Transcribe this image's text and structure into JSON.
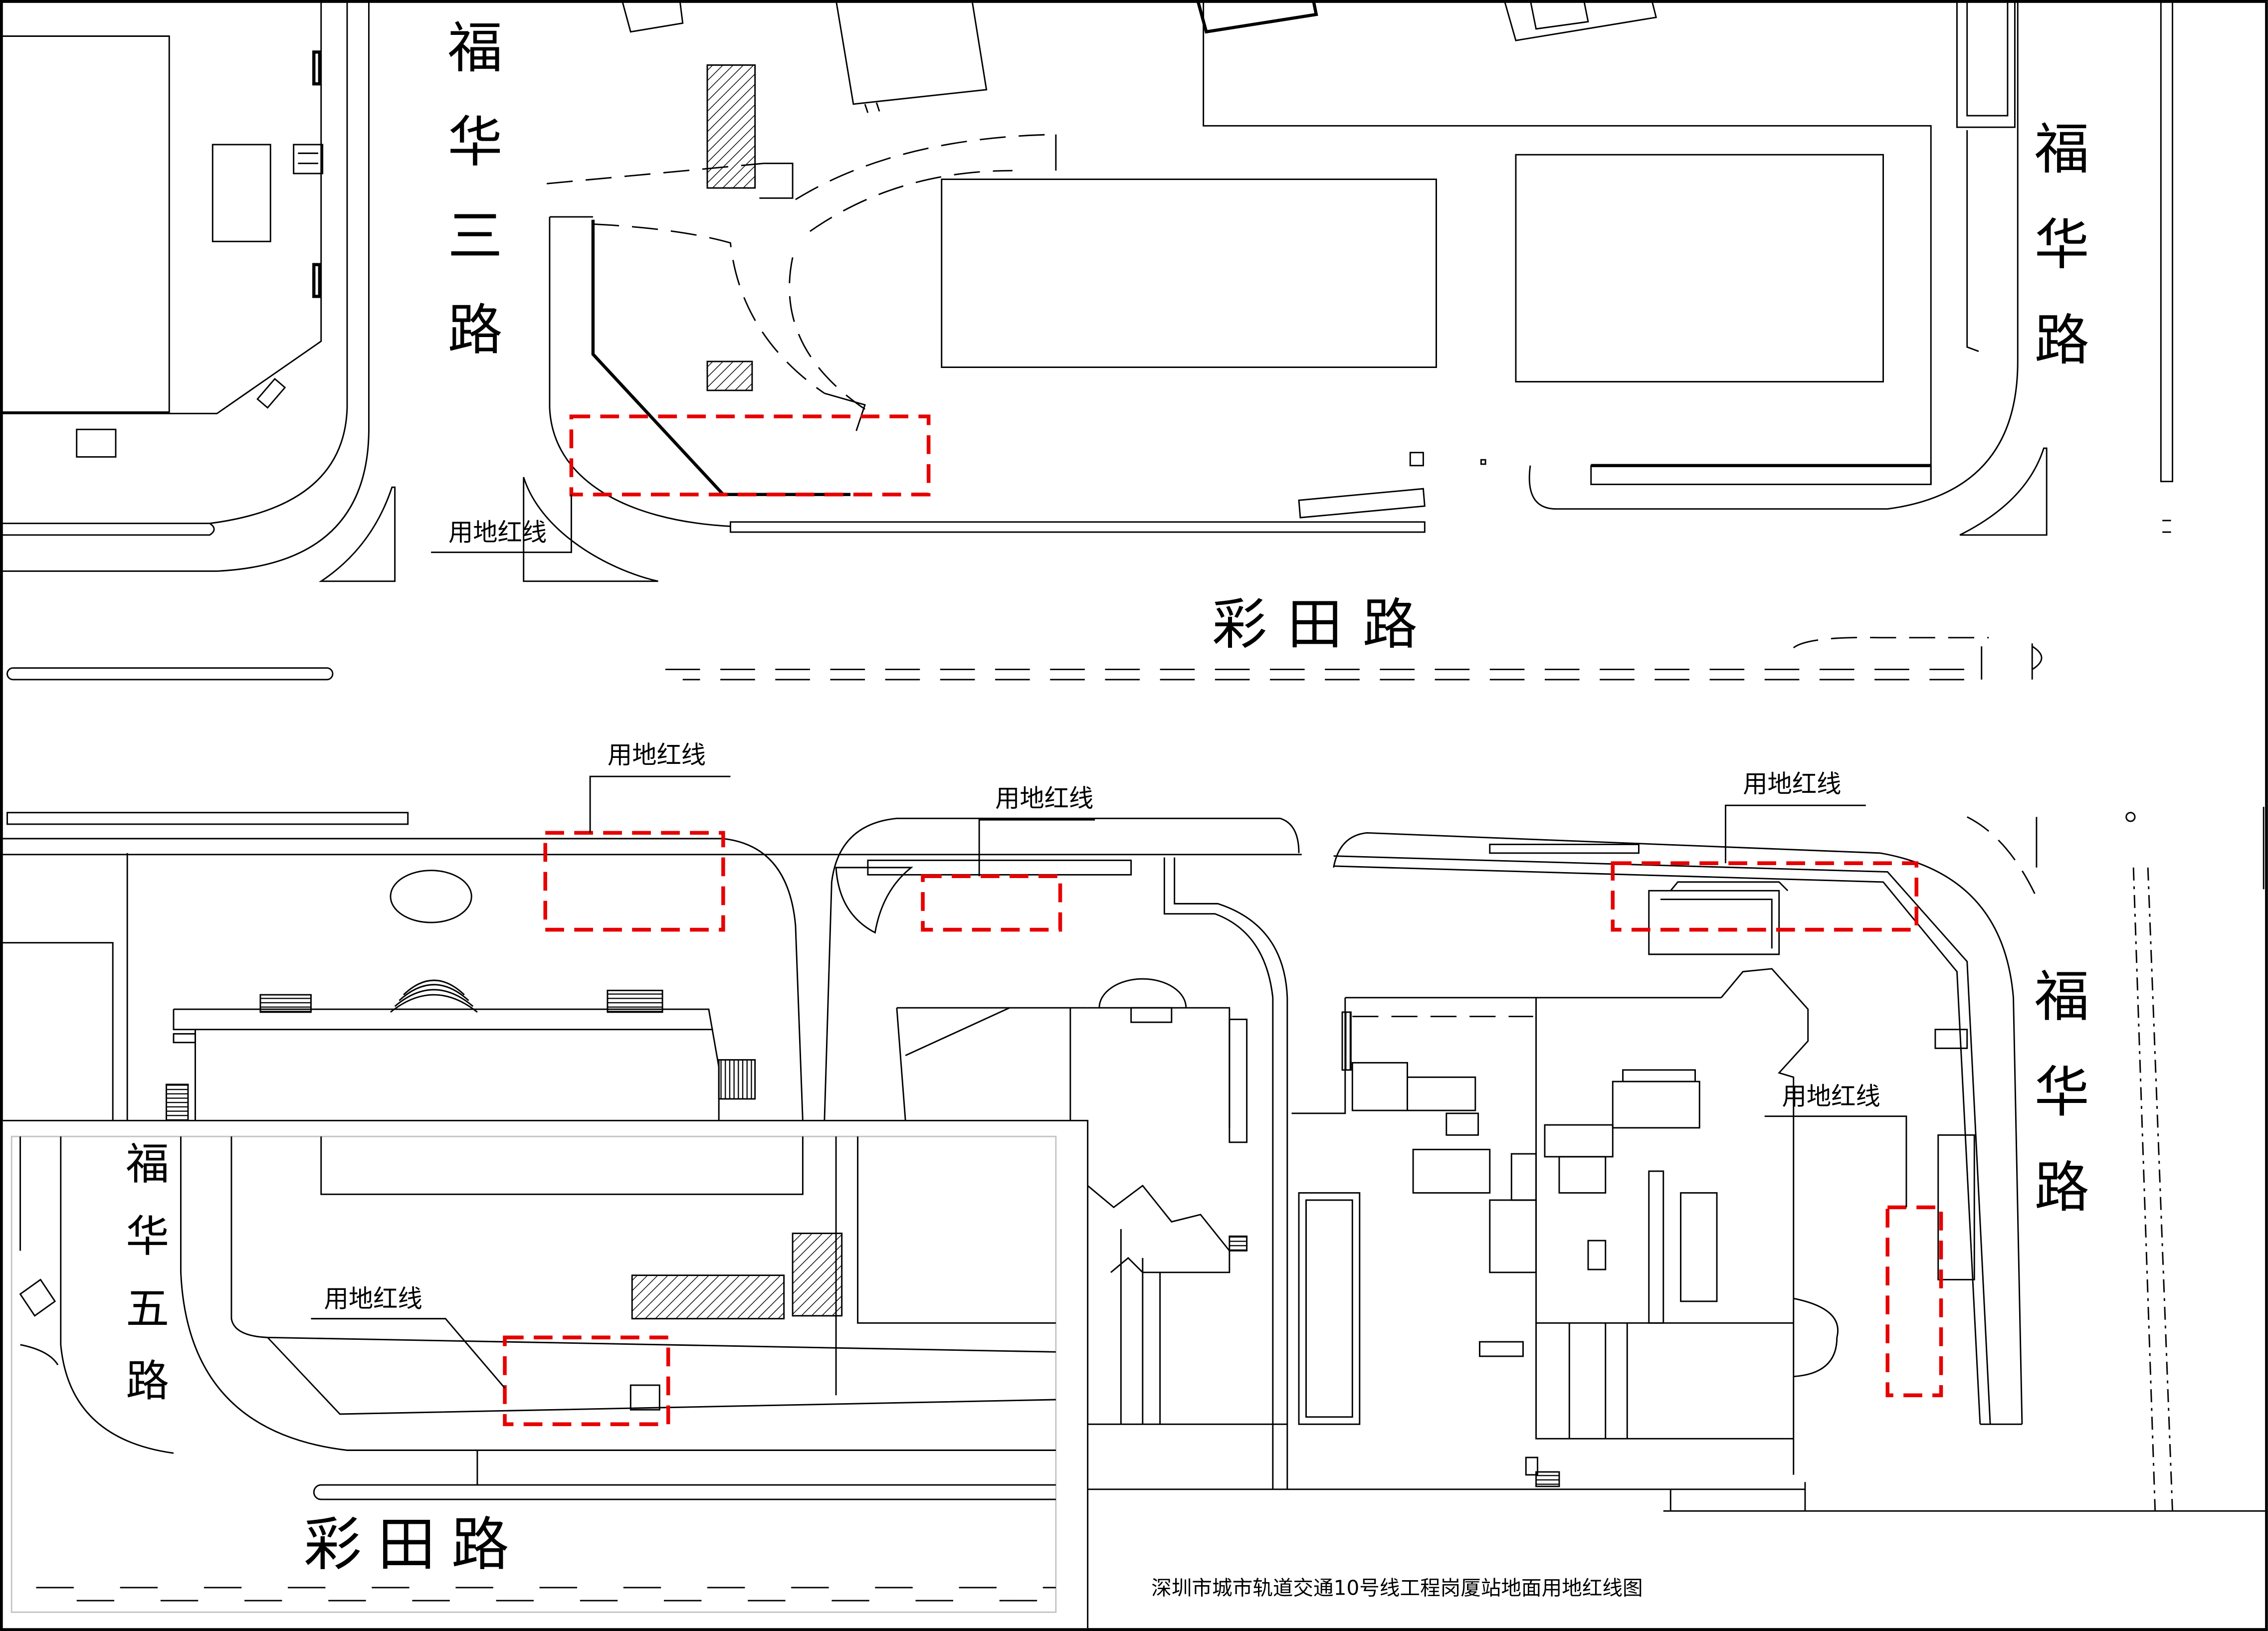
{
  "north": {
    "road_west": "福华三路",
    "road_east": "福华路",
    "red_line_label": "用地红线"
  },
  "main_road": "彩田路",
  "south": {
    "road_east": "福华路",
    "red_line_labels": [
      "用地红线",
      "用地红线",
      "用地红线",
      "用地红线"
    ]
  },
  "inset": {
    "road_west": "福华五路",
    "main_road": "彩田路",
    "red_line_label": "用地红线"
  },
  "caption": "深圳市城市轨道交通10号线工程岗厦站地面用地红线图",
  "colors": {
    "red_line": "#e60000",
    "linework": "#000000",
    "background": "#ffffff"
  }
}
